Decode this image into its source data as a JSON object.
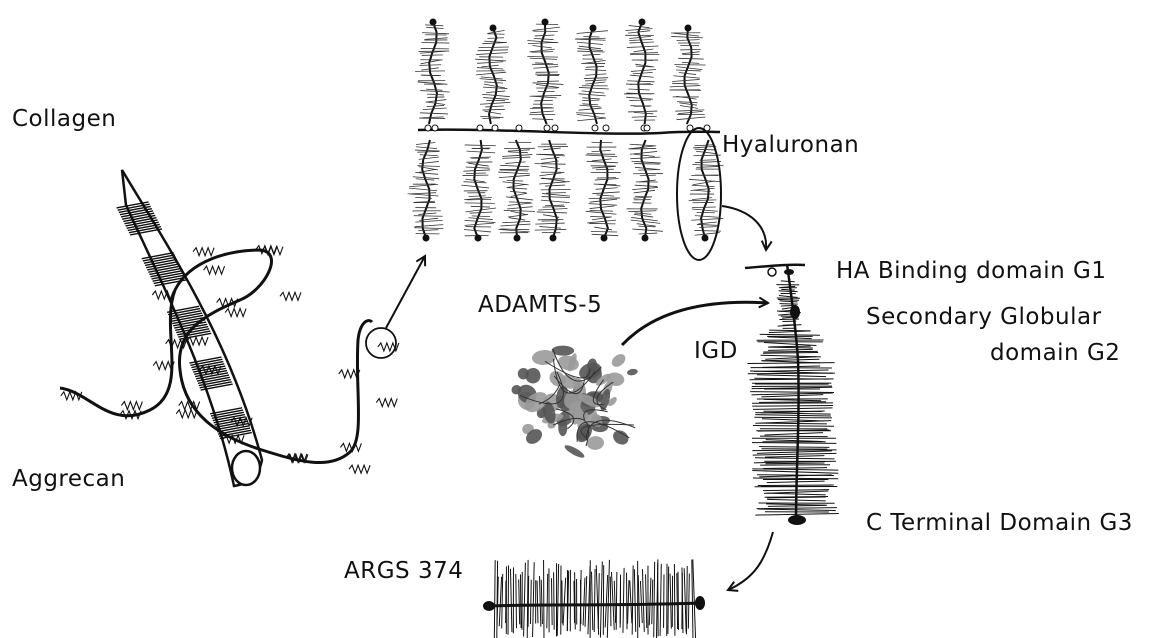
{
  "labels": {
    "collagen": "Collagen",
    "aggrecan": "Aggrecan",
    "hyaluronan": "Hyaluronan",
    "adamts5": "ADAMTS-5",
    "igd": "IGD",
    "ha_binding": "HA Binding domain G1",
    "g2_line1": "Secondary Globular",
    "g2_line2": "domain G2",
    "g3": "C Terminal Domain G3",
    "args": "ARGS 374"
  },
  "colors": {
    "ink": "#111111",
    "protein_dark": "#555555",
    "protein_light": "#9a9a9a"
  }
}
